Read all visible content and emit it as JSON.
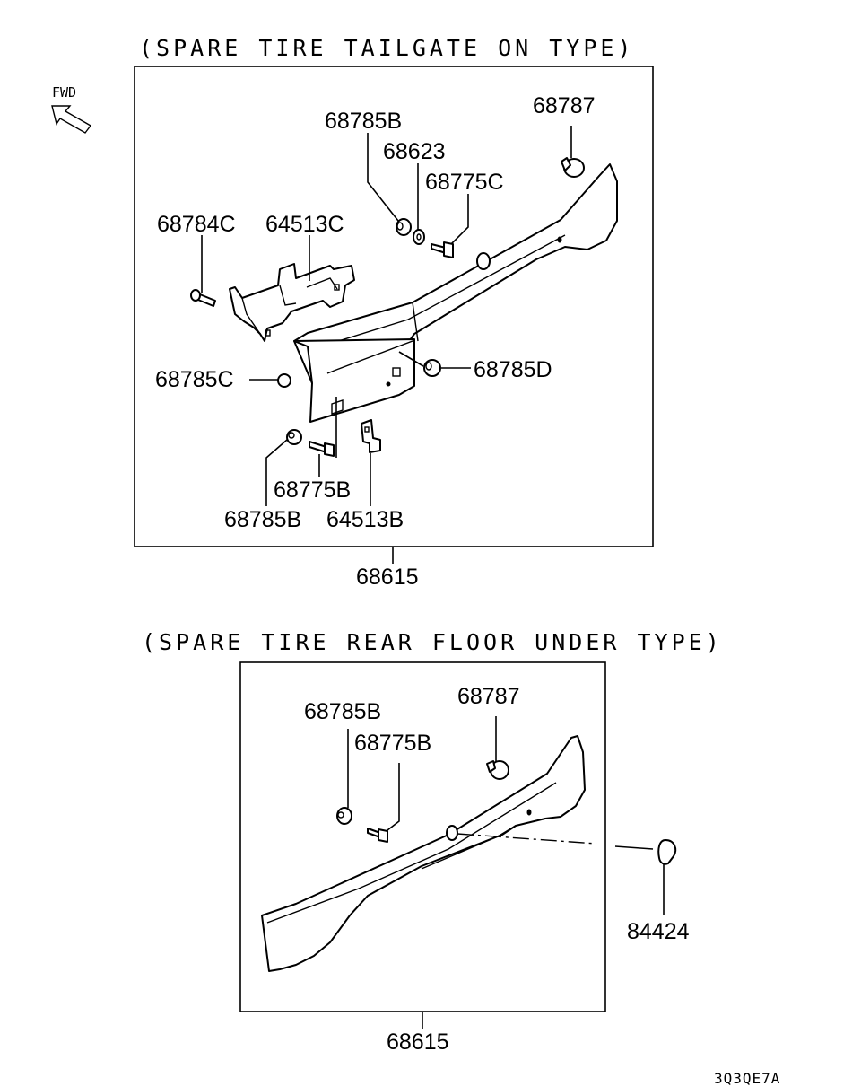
{
  "diagram": {
    "fwd_label": "FWD",
    "code": "3Q3QE7A",
    "top": {
      "title": "(SPARE TIRE TAILGATE ON TYPE)",
      "assembly_label": "68615",
      "labels": {
        "p68787": "68787",
        "p68785B_upper": "68785B",
        "p68623": "68623",
        "p68775C": "68775C",
        "p68784C": "68784C",
        "p64513C": "64513C",
        "p68785C": "68785C",
        "p68785D": "68785D",
        "p68775B": "68775B",
        "p68785B_lower": "68785B",
        "p64513B": "64513B"
      }
    },
    "bottom": {
      "title": "(SPARE TIRE REAR FLOOR UNDER TYPE)",
      "assembly_label": "68615",
      "labels": {
        "p68787": "68787",
        "p68785B": "68785B",
        "p68775B": "68775B",
        "p84424": "84424"
      }
    }
  }
}
